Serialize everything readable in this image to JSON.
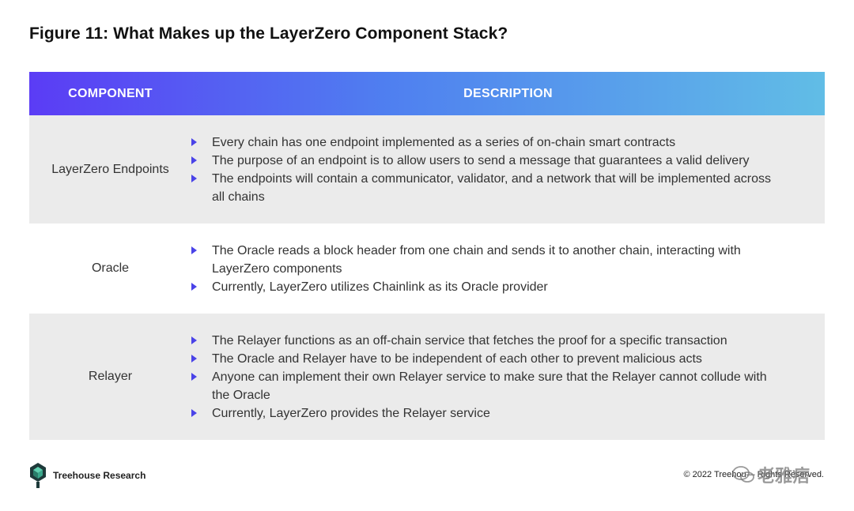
{
  "title": "Figure 11: What Makes up the LayerZero Component Stack?",
  "table": {
    "headers": {
      "component": "COMPONENT",
      "description": "DESCRIPTION"
    },
    "rows": [
      {
        "component": "LayerZero Endpoints",
        "bullets": [
          "Every chain has one endpoint implemented as a series of on-chain smart contracts",
          "The purpose of an endpoint is to allow users to send a message that guarantees a valid delivery",
          "The endpoints will contain a communicator, validator, and a network that will be implemented across all chains"
        ]
      },
      {
        "component": "Oracle",
        "bullets": [
          "The Oracle reads a block header from one chain and sends it to another chain, interacting with LayerZero components",
          "Currently, LayerZero utilizes Chainlink as its Oracle provider"
        ]
      },
      {
        "component": "Relayer",
        "bullets": [
          "The Relayer functions as an off-chain service that fetches the proof for a specific transaction",
          "The Oracle and Relayer have to be independent of each other to prevent malicious acts",
          "Anyone can implement their own Relayer service to make sure that the Relayer cannot collude with the Oracle",
          "Currently, LayerZero provides the Relayer service"
        ]
      }
    ]
  },
  "footer": {
    "brand": "Treehouse Research",
    "copyright": "© 2022 Treehou—  Rights Reserved.",
    "watermark": "老雅痞"
  },
  "colors": {
    "header_gradient_start": "#5b3cf5",
    "header_gradient_end": "#61bde6",
    "row_shade": "#ebebeb",
    "bullet_arrow": "#4a43e8",
    "logo": "#1e3a3a"
  }
}
